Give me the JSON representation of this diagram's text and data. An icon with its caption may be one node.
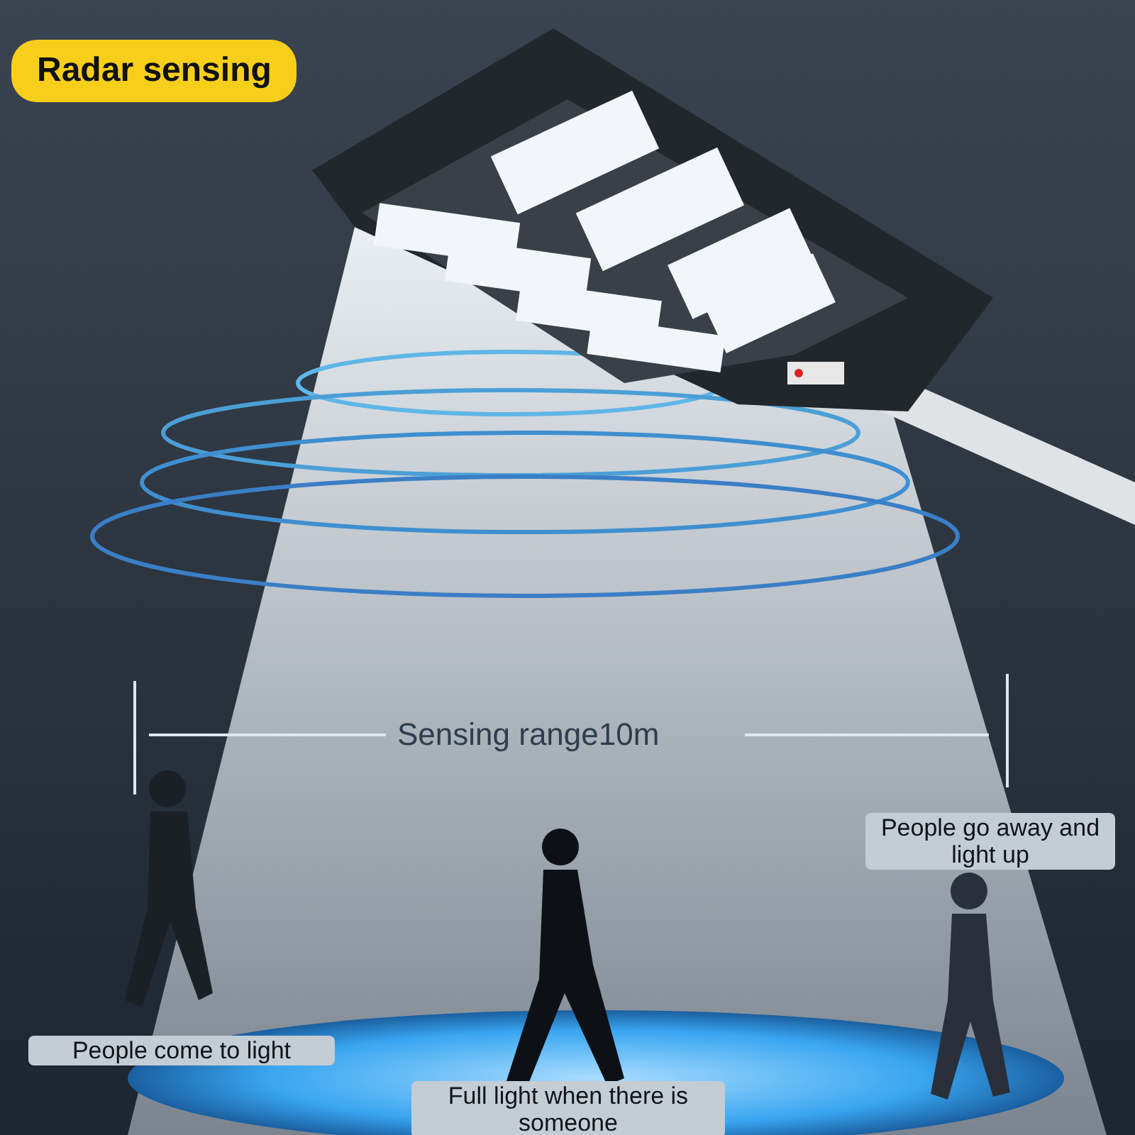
{
  "diagram": {
    "title": "Radar sensing",
    "labels": [
      "Sensing range10m",
      "People go away and light up",
      "People come to light",
      "Full light when there is someone"
    ]
  }
}
